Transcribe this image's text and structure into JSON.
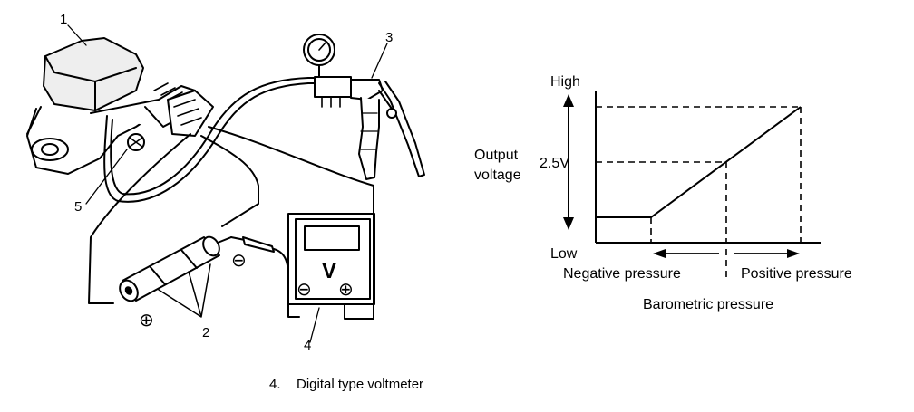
{
  "left_diagram": {
    "callouts": {
      "sensor": "1",
      "batteries": "2",
      "vacuum_pump": "3",
      "voltmeter": "4",
      "bolt": "5"
    },
    "polarity": {
      "positive": "⊕",
      "negative": "⊖"
    },
    "voltmeter_face": {
      "unit": "V",
      "minus_terminal": "⊖",
      "plus_terminal": "⊕"
    },
    "caption_number": "4.",
    "caption_text": "Digital type voltmeter"
  },
  "graph": {
    "y_high": "High",
    "y_low": "Low",
    "y_title_line1": "Output",
    "y_title_line2": "voltage",
    "y_marker": "2.5V",
    "x_left_label": "Negative pressure",
    "x_right_label": "Positive pressure",
    "x_title": "Barometric pressure"
  }
}
